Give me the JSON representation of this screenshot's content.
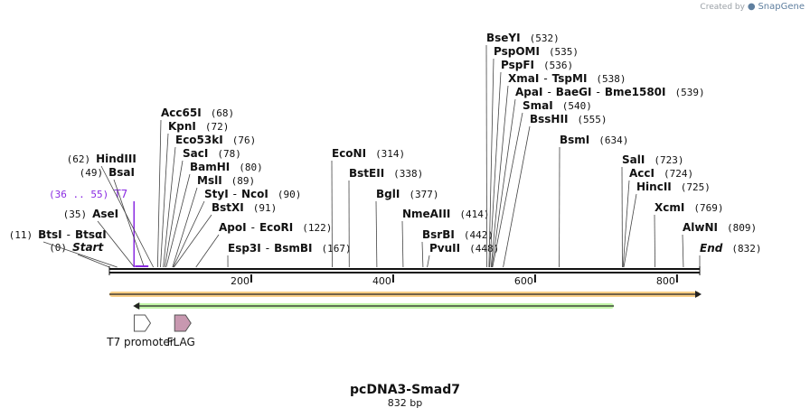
{
  "header": {
    "credit_prefix": "Created by",
    "credit_brand": "SnapGene"
  },
  "plasmid": {
    "name": "pcDNA3-Smad7",
    "length_label": "832 bp",
    "length": 832
  },
  "sites": [
    {
      "name": "BtsI",
      "name2": "BtsαI",
      "pos": 11,
      "label": "(11)"
    },
    {
      "name": "Start",
      "pos": 0,
      "label": "(0)",
      "italic": true
    },
    {
      "name": "AseI",
      "pos": 35,
      "label": "(35)"
    },
    {
      "name": "T7",
      "pos": 36,
      "label": "(36 .. 55)",
      "primer": true
    },
    {
      "name": "BsaI",
      "pos": 49,
      "label": "(49)"
    },
    {
      "name": "HindIII",
      "pos": 62,
      "label": "(62)"
    },
    {
      "name": "Acc65I",
      "pos": 68,
      "label": "(68)"
    },
    {
      "name": "KpnI",
      "pos": 72,
      "label": "(72)"
    },
    {
      "name": "Eco53kI",
      "pos": 76,
      "label": "(76)"
    },
    {
      "name": "SacI",
      "pos": 78,
      "label": "(78)"
    },
    {
      "name": "BamHI",
      "pos": 80,
      "label": "(80)"
    },
    {
      "name": "MslI",
      "pos": 89,
      "label": "(89)"
    },
    {
      "name": "StyI",
      "name2": "NcoI",
      "pos": 90,
      "label": "(90)"
    },
    {
      "name": "BstXI",
      "pos": 91,
      "label": "(91)"
    },
    {
      "name": "ApoI",
      "name2": "EcoRI",
      "pos": 122,
      "label": "(122)"
    },
    {
      "name": "Esp3I",
      "name2": "BsmBI",
      "pos": 167,
      "label": "(167)"
    },
    {
      "name": "EcoNI",
      "pos": 314,
      "label": "(314)"
    },
    {
      "name": "BstEII",
      "pos": 338,
      "label": "(338)"
    },
    {
      "name": "BglI",
      "pos": 377,
      "label": "(377)"
    },
    {
      "name": "NmeAIII",
      "pos": 414,
      "label": "(414)"
    },
    {
      "name": "BsrBI",
      "pos": 442,
      "label": "(442)"
    },
    {
      "name": "PvuII",
      "pos": 448,
      "label": "(448)"
    },
    {
      "name": "BseYI",
      "pos": 532,
      "label": "(532)"
    },
    {
      "name": "PspOMI",
      "pos": 535,
      "label": "(535)"
    },
    {
      "name": "PspFI",
      "pos": 536,
      "label": "(536)"
    },
    {
      "name": "XmaI",
      "name2": "TspMI",
      "pos": 538,
      "label": "(538)"
    },
    {
      "name": "ApaI",
      "name2": "BaeGI",
      "name3": "Bme1580I",
      "pos": 539,
      "label": "(539)"
    },
    {
      "name": "SmaI",
      "pos": 540,
      "label": "(540)"
    },
    {
      "name": "BssHII",
      "pos": 555,
      "label": "(555)"
    },
    {
      "name": "BsmI",
      "pos": 634,
      "label": "(634)"
    },
    {
      "name": "SalI",
      "pos": 723,
      "label": "(723)"
    },
    {
      "name": "AccI",
      "pos": 724,
      "label": "(724)"
    },
    {
      "name": "HincII",
      "pos": 725,
      "label": "(725)"
    },
    {
      "name": "XcmI",
      "pos": 769,
      "label": "(769)"
    },
    {
      "name": "AlwNI",
      "pos": 809,
      "label": "(809)"
    },
    {
      "name": "End",
      "pos": 832,
      "label": "(832)",
      "italic": true
    }
  ],
  "ticks": [
    {
      "pos": 200,
      "label": "200"
    },
    {
      "pos": 400,
      "label": "400"
    },
    {
      "pos": 600,
      "label": "600"
    },
    {
      "pos": 800,
      "label": "800"
    }
  ],
  "features": [
    {
      "name": "T7 promoter",
      "start": 35,
      "end": 55,
      "dir": 1,
      "color": "#ffffff",
      "kind": "arrow"
    },
    {
      "name": "FLAG",
      "start": 92,
      "end": 115,
      "dir": 1,
      "color": "#c898b0",
      "kind": "arrow"
    },
    {
      "name": "",
      "start": 0,
      "end": 832,
      "dir": 1,
      "color": "#f5a623",
      "kind": "bar"
    },
    {
      "name": "",
      "start": 36,
      "end": 711,
      "dir": -1,
      "color": "#90ee60",
      "kind": "bar"
    }
  ]
}
